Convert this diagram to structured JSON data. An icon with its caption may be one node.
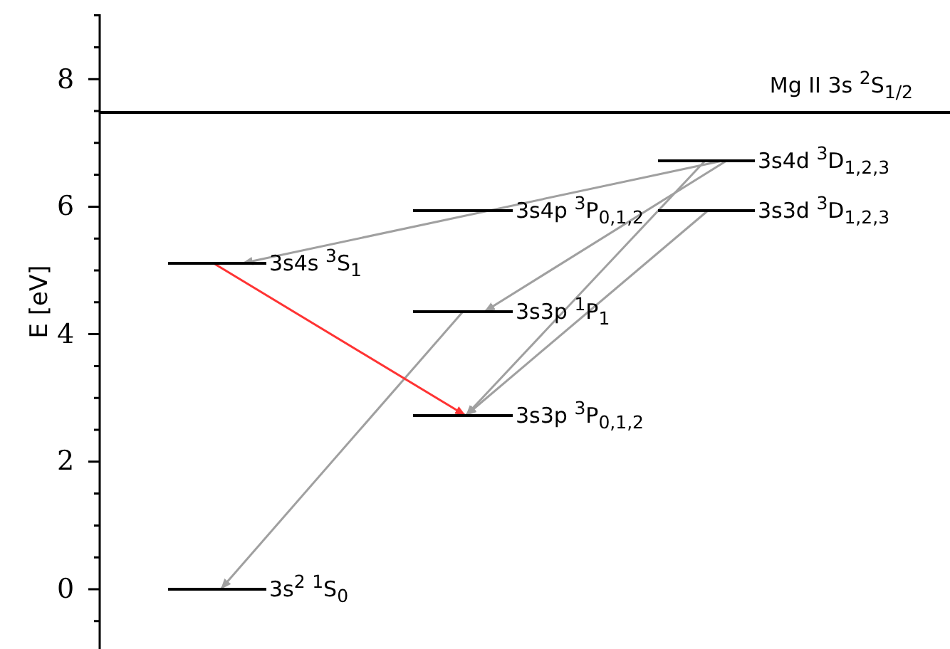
{
  "diagram": {
    "nodes": [
      {
        "text": [
          "Mg II 3s $^{2}$S$_{1/2}$"
        ]
      },
      {
        "text": [
          "3s4d $^{3}$D$_{1,2,3}$"
        ]
      },
      {
        "text": [
          "3s4p $^{3}$P$_{0,1,2}$"
        ]
      },
      {
        "text": [
          "3s3d $^{3}$D$_{1,2,3}$"
        ]
      },
      {
        "text": [
          "3s4s $^{3}$S$_{1}$"
        ]
      },
      {
        "text": [
          "3s3p $^{1}$P$_{1}$"
        ]
      },
      {
        "text": [
          "3s3p $^{3}$P$_{0,1,2}$"
        ]
      },
      {
        "text": [
          "3s$^{2}$ $^{1}$S$_{0}$"
        ]
      }
    ],
    "edges": [
      {
        "from": 1,
        "to": 4,
        "arrow": "to"
      },
      {
        "from": 1,
        "to": 5,
        "arrow": "to"
      },
      {
        "from": 1,
        "to": 6,
        "arrow": "to"
      },
      {
        "from": 3,
        "to": 6,
        "arrow": "to"
      },
      {
        "from": 5,
        "to": 7,
        "arrow": "to"
      },
      {
        "from": 4,
        "to": 6,
        "arrow": "to",
        "color": "#ff3333"
      }
    ],
    "labels": [
      "8",
      "6",
      "4",
      "2",
      "E [eV]",
      "0"
    ]
  }
}
